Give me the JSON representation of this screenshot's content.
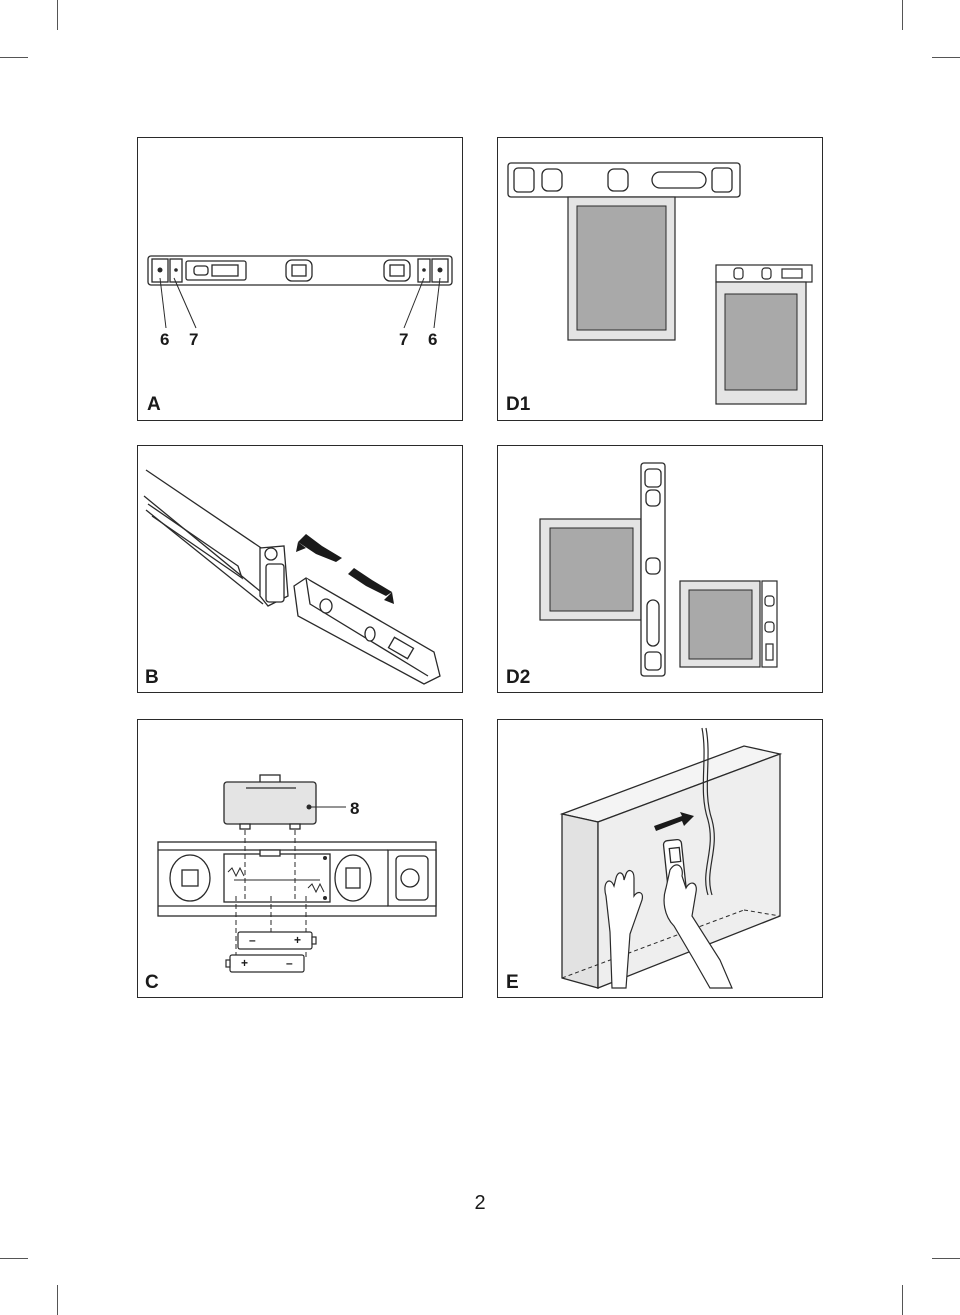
{
  "page_number": "2",
  "panels": {
    "A": {
      "label": "A",
      "callouts": [
        "6",
        "7",
        "7",
        "6"
      ]
    },
    "D1": {
      "label": "D1"
    },
    "B": {
      "label": "B"
    },
    "D2": {
      "label": "D2"
    },
    "C": {
      "label": "C",
      "callouts": [
        "8"
      ],
      "battery_marks": [
        "–",
        "+",
        "+",
        "–"
      ]
    },
    "E": {
      "label": "E"
    }
  },
  "colors": {
    "line": "#2a2a2a",
    "frame_fill": "#a9a9a9",
    "frame_border": "#e4e4e4",
    "wall": "#eeeeee"
  }
}
